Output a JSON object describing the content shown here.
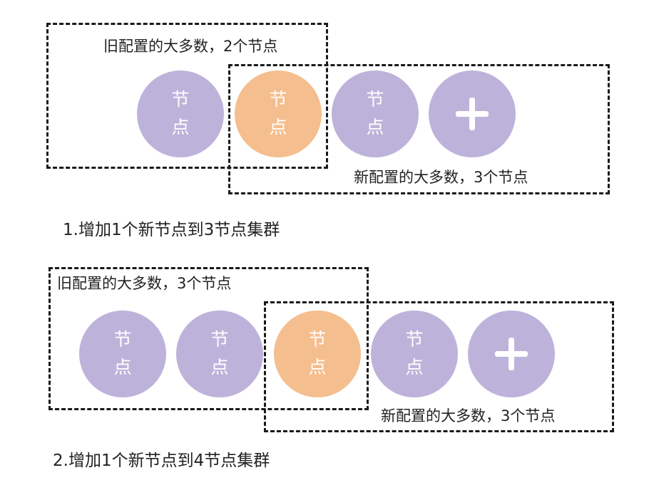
{
  "colors": {
    "node_normal": "#bdb3da",
    "node_highlight": "#f5be8e",
    "border": "#1a1a1a"
  },
  "diagram1": {
    "old_majority_label": "旧配置的大多数，2个节点",
    "new_majority_label": "新配置的大多数，3个节点",
    "caption": "1.增加1个新节点到3节点集群",
    "node_label_top": "节",
    "node_label_bottom": "点",
    "add_icon": "plus-icon"
  },
  "diagram2": {
    "old_majority_label": "旧配置的大多数，3个节点",
    "new_majority_label": "新配置的大多数，3个节点",
    "caption": "2.增加1个新节点到4节点集群",
    "node_label_top": "节",
    "node_label_bottom": "点",
    "add_icon": "plus-icon"
  }
}
